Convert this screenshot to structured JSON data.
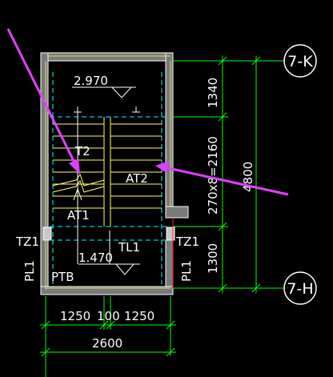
{
  "drawing": {
    "grid_axes": [
      {
        "id": "axis-top",
        "label": "7-K"
      },
      {
        "id": "axis-bottom",
        "label": "7-H"
      }
    ],
    "levels": {
      "upper": "2.970",
      "landing": "1.470"
    },
    "stair_flights": {
      "left": "AT1",
      "right": "AT2",
      "left_upper_mark": "T2"
    },
    "members": {
      "tz_left": "TZ1",
      "tz_right": "TZ1",
      "pl_left": "PL1",
      "pl_right": "PL1",
      "tl": "TL1",
      "ptb": "PTB"
    },
    "dimensions": {
      "vertical": {
        "top_segment": "1340",
        "middle_segment": "270x8=2160",
        "bottom_segment": "1300",
        "total": "4800"
      },
      "horizontal": {
        "left": "1250",
        "middle": "100",
        "right": "1250",
        "total": "2600"
      }
    },
    "colors": {
      "wall": "#ffffff",
      "wall_fill": "#7a7a7a",
      "column": "#c8c8c8",
      "stair_tread": "#ffff66",
      "wall_edge": "#dcdc64",
      "dashed": "#00ffff",
      "dim_line": "#00ff00",
      "annotation_arrow": "#e040ff",
      "red_line": "#ff2020"
    }
  }
}
